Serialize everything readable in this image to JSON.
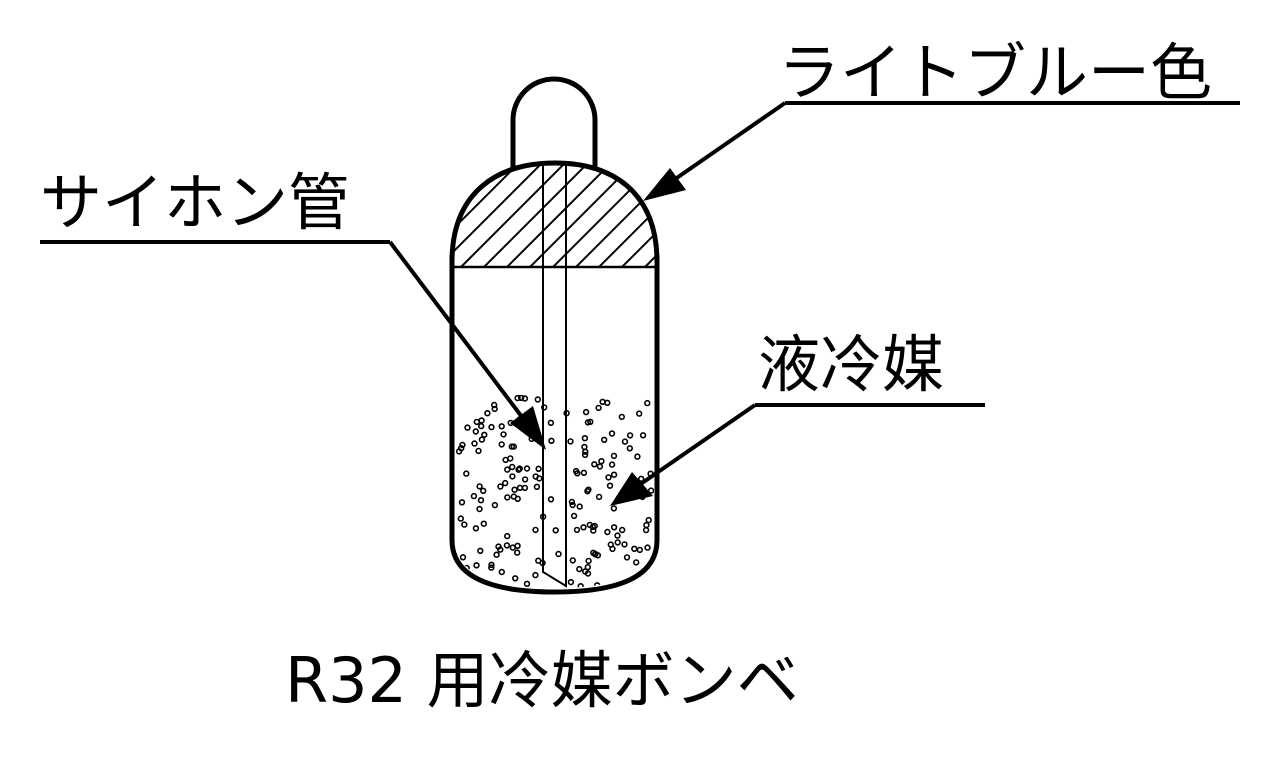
{
  "labels": {
    "top_color": "ライトブルー色",
    "siphon": "サイホン管",
    "liquid": "液冷媒",
    "title": "R32 用冷媒ボンベ"
  },
  "colors": {
    "line": "#000000",
    "background": "#ffffff"
  }
}
